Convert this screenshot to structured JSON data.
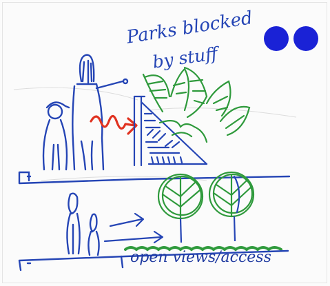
{
  "sketch": {
    "title_line_1": "Parks blocked",
    "title_line_2": "by stuff",
    "caption": "open views/access"
  },
  "colors": {
    "ink_blue": "#2545b5",
    "marker_blue": "#1a22d6",
    "leaf_green": "#2f9a3c",
    "arrow_red": "#e03220"
  }
}
